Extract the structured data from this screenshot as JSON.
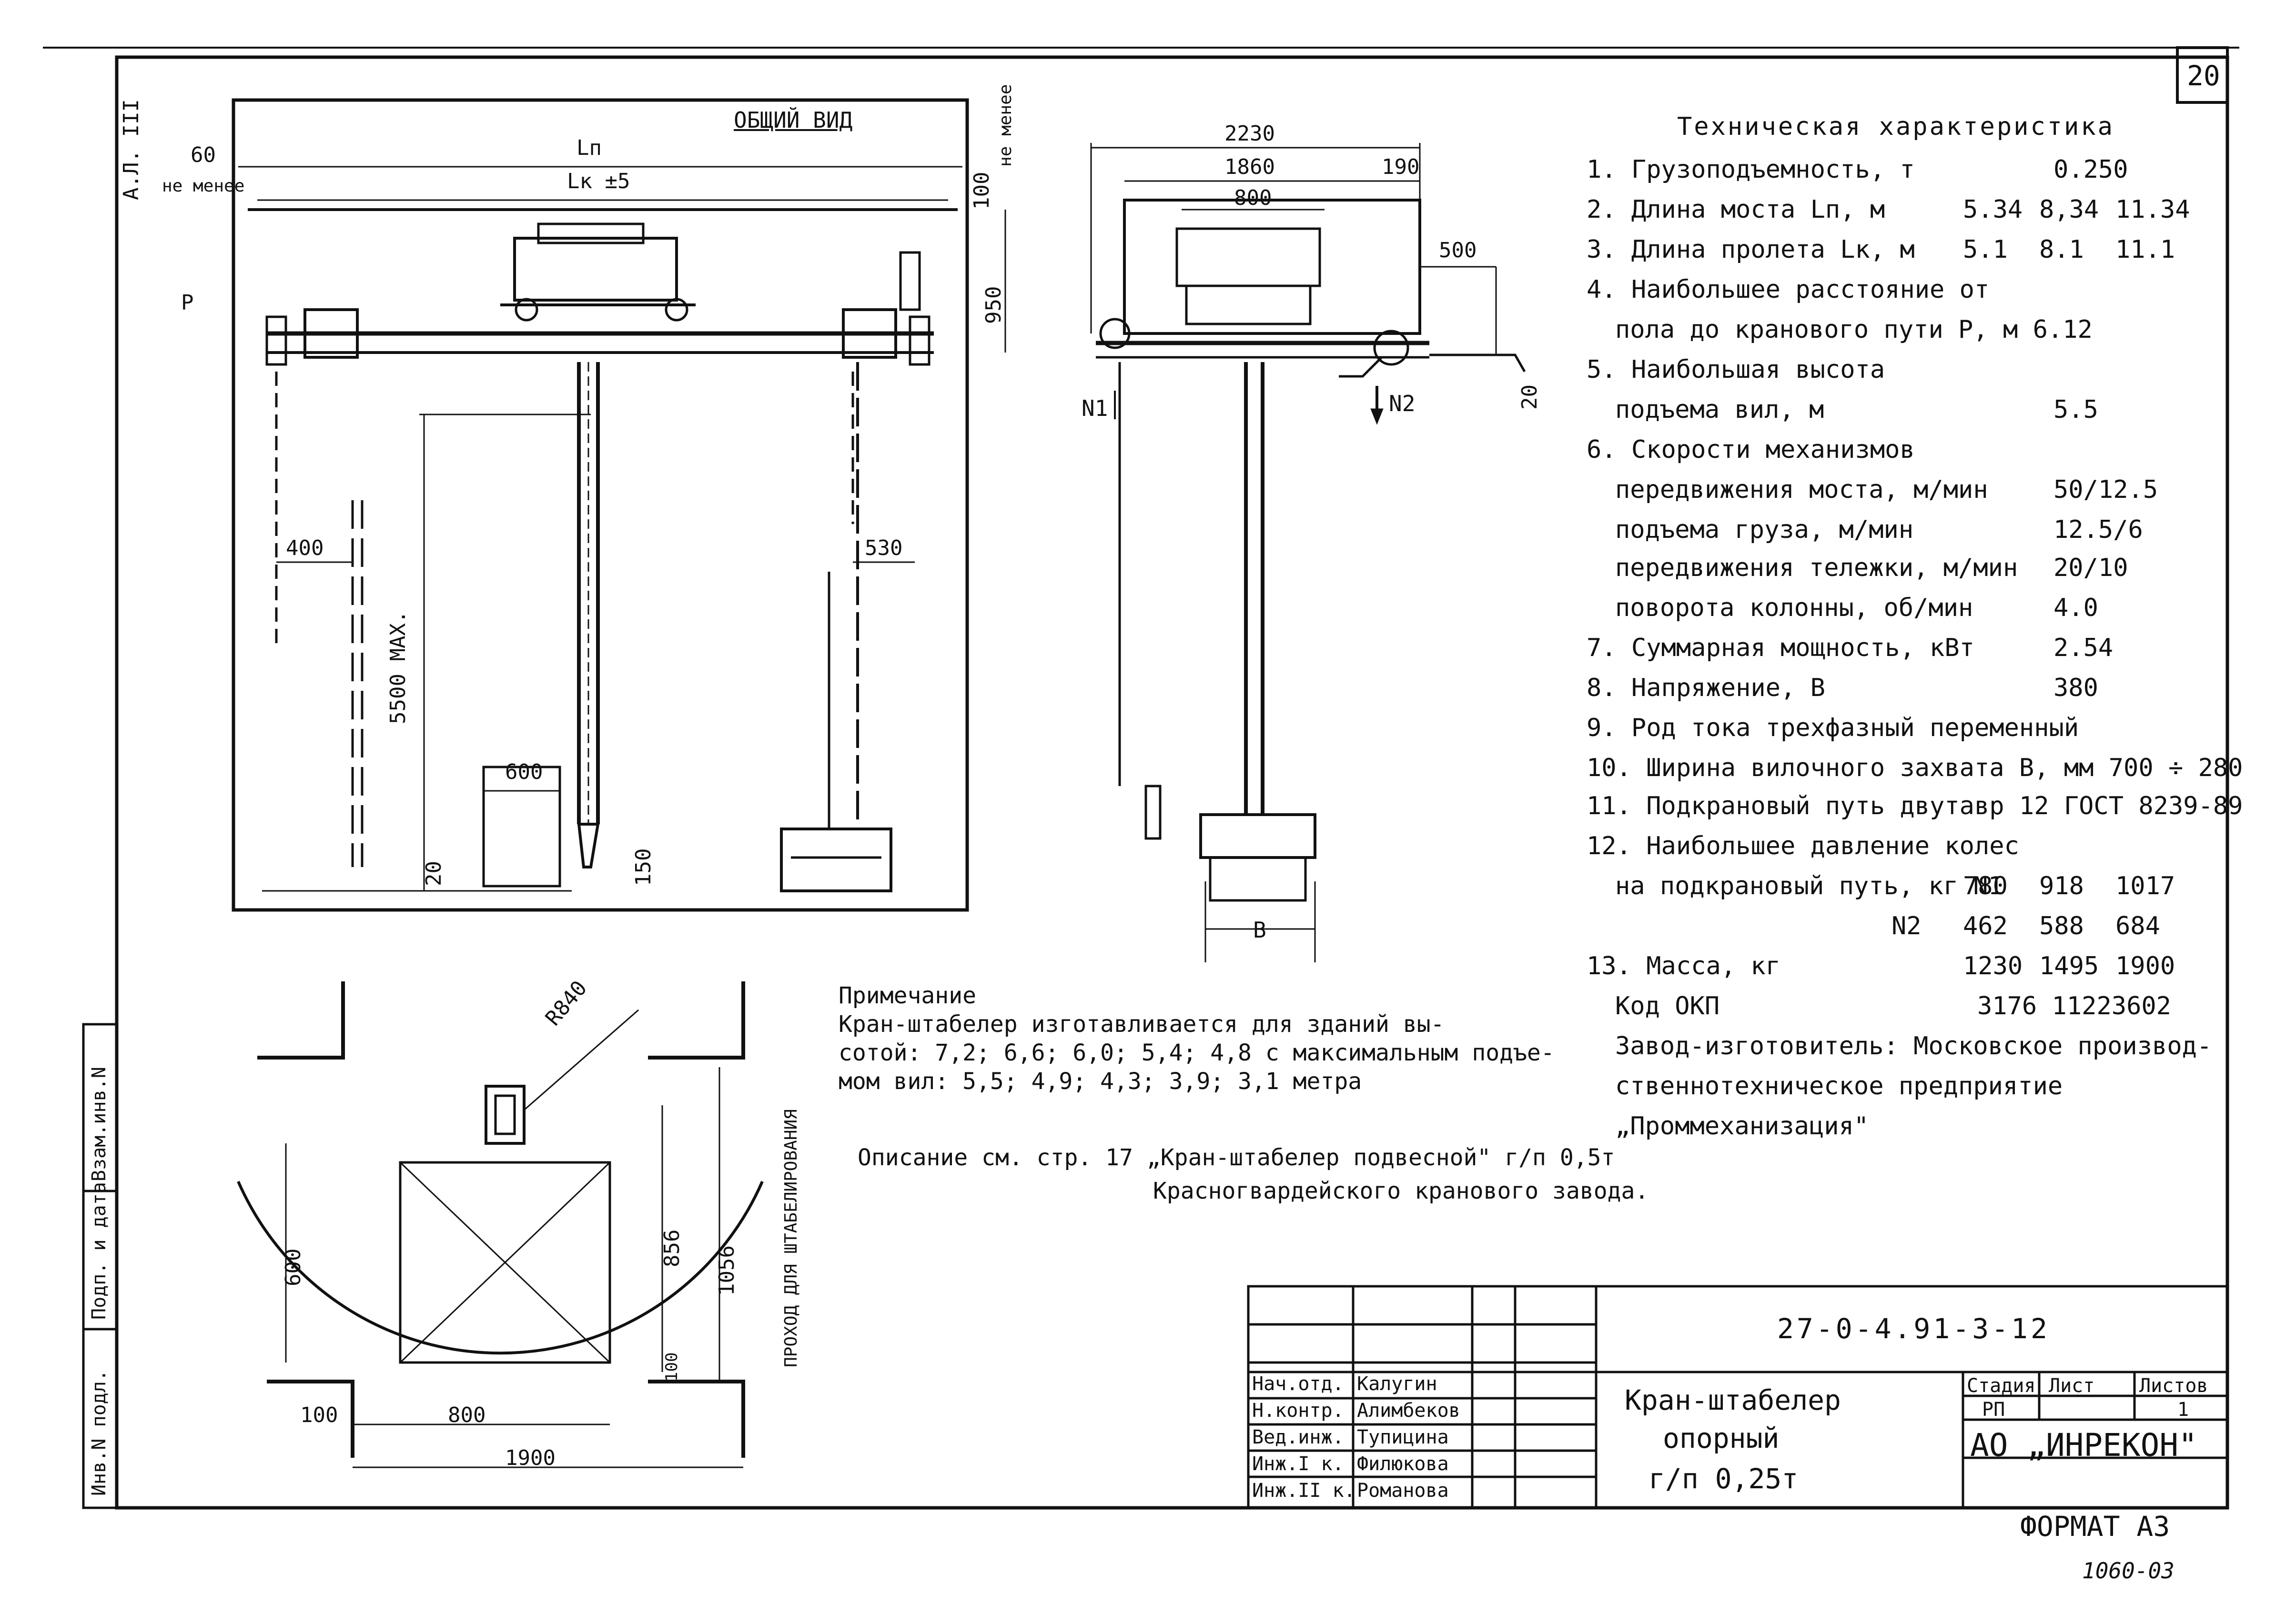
{
  "page": {
    "number": "20",
    "format": "ФОРМАТ А3",
    "archive": "1060-03"
  },
  "view": {
    "title": "ОБЩИЙ ВИД"
  },
  "sidebar": {
    "labels": [
      "Инв.N подл.",
      "Подп. и дата",
      "Взам.инв.N"
    ],
    "sheet_ref": "А.Л. III"
  },
  "front_view": {
    "dims": [
      "60",
      "не менее",
      "Lп",
      "Lк ±5",
      "100",
      "не менее",
      "950",
      "P",
      "400",
      "5500 MAX.",
      "530",
      "600",
      "20",
      "150"
    ]
  },
  "side_view": {
    "dims": [
      "2230",
      "1860",
      "800",
      "190",
      "500",
      "20",
      "N1",
      "N2",
      "B"
    ]
  },
  "plan_view": {
    "dims": [
      "R840",
      "600",
      "856",
      "1056",
      "100",
      "100",
      "800",
      "1900"
    ],
    "passage_label": "ПРОХОД ДЛЯ ШТАБЕЛИРОВАНИЯ"
  },
  "spec": {
    "title": "Техническая характеристика",
    "lines": [
      {
        "label": "1. Грузоподъемность, т",
        "values": [
          "0.250"
        ]
      },
      {
        "label": "2. Длина моста Lп, м",
        "values": [
          "5.34",
          "8,34",
          "11.34"
        ]
      },
      {
        "label": "3. Длина пролета Lк, м",
        "values": [
          "5.1",
          "8.1",
          "11.1"
        ]
      },
      {
        "label": "4. Наибольшее расстояние от",
        "values": []
      },
      {
        "label": "пола до кранового пути P, м 6.12",
        "values": []
      },
      {
        "label": "5. Наибольшая высота",
        "values": []
      },
      {
        "label": "подъема вил, м",
        "values": [
          "5.5"
        ]
      },
      {
        "label": "6. Скорости механизмов",
        "values": []
      },
      {
        "label": "передвижения моста, м/мин",
        "values": [
          "50/12.5"
        ]
      },
      {
        "label": "подъема груза, м/мин",
        "values": [
          "12.5/6"
        ]
      },
      {
        "label": "передвижения тележки, м/мин",
        "values": [
          "20/10"
        ]
      },
      {
        "label": "поворота колонны, об/мин",
        "values": [
          "4.0"
        ]
      },
      {
        "label": "7. Суммарная мощность, кВт",
        "values": [
          "2.54"
        ]
      },
      {
        "label": "8. Напряжение, В",
        "values": [
          "380"
        ]
      },
      {
        "label": "9. Род тока   трехфазный переменный",
        "values": []
      },
      {
        "label": "10. Ширина вилочного захвата B, мм 700 ÷ 280",
        "values": []
      },
      {
        "label": "11. Подкрановый путь двутавр 12 ГОСТ 8239-89",
        "values": []
      },
      {
        "label": "12. Наибольшее давление колес",
        "values": []
      },
      {
        "label": "на подкрановый путь, кг N1",
        "values": [
          "780",
          "918",
          "1017"
        ]
      },
      {
        "label": "N2",
        "values": [
          "462",
          "588",
          "684"
        ]
      },
      {
        "label": "13. Масса, кг",
        "values": [
          "1230",
          "1495",
          "1900"
        ]
      },
      {
        "label": "Код ОКП",
        "values": [
          "3176 11223602"
        ]
      },
      {
        "label": "Завод-изготовитель: Московское производ-",
        "values": []
      },
      {
        "label": "ственнотехническое предприятие",
        "values": []
      },
      {
        "label": "„Проммеханизация\"",
        "values": []
      }
    ]
  },
  "note": {
    "title": "Примечание",
    "lines": [
      "Кран-штабелер изготавливается для зданий вы-",
      "сотой: 7,2; 6,6; 6,0; 5,4; 4,8 с максимальным подъе-",
      "мом вил: 5,5; 4,9; 4,3; 3,9; 3,1 метра"
    ],
    "description": [
      "Описание см. стр. 17 „Кран-штабелер подвесной\" г/п 0,5т",
      "Красногвардейского кранового завода."
    ]
  },
  "title_block": {
    "doc_code": "27-0-4.91-3-12",
    "name": [
      "Кран-штабелер",
      "опорный",
      "г/п 0,25т"
    ],
    "headers": [
      "Стадия",
      "Лист",
      "Листов"
    ],
    "stage": "РП",
    "sheet": "",
    "sheets": "1",
    "org": "АО „ИНРЕКОН\"",
    "staff": [
      {
        "role": "Нач.отд.",
        "name": "Калугин"
      },
      {
        "role": "Н.контр.",
        "name": "Алимбеков"
      },
      {
        "role": "Вед.инж.",
        "name": "Тупицина"
      },
      {
        "role": "Инж.I к.",
        "name": "Филюкова"
      },
      {
        "role": "Инж.II к.",
        "name": "Романова"
      }
    ]
  }
}
